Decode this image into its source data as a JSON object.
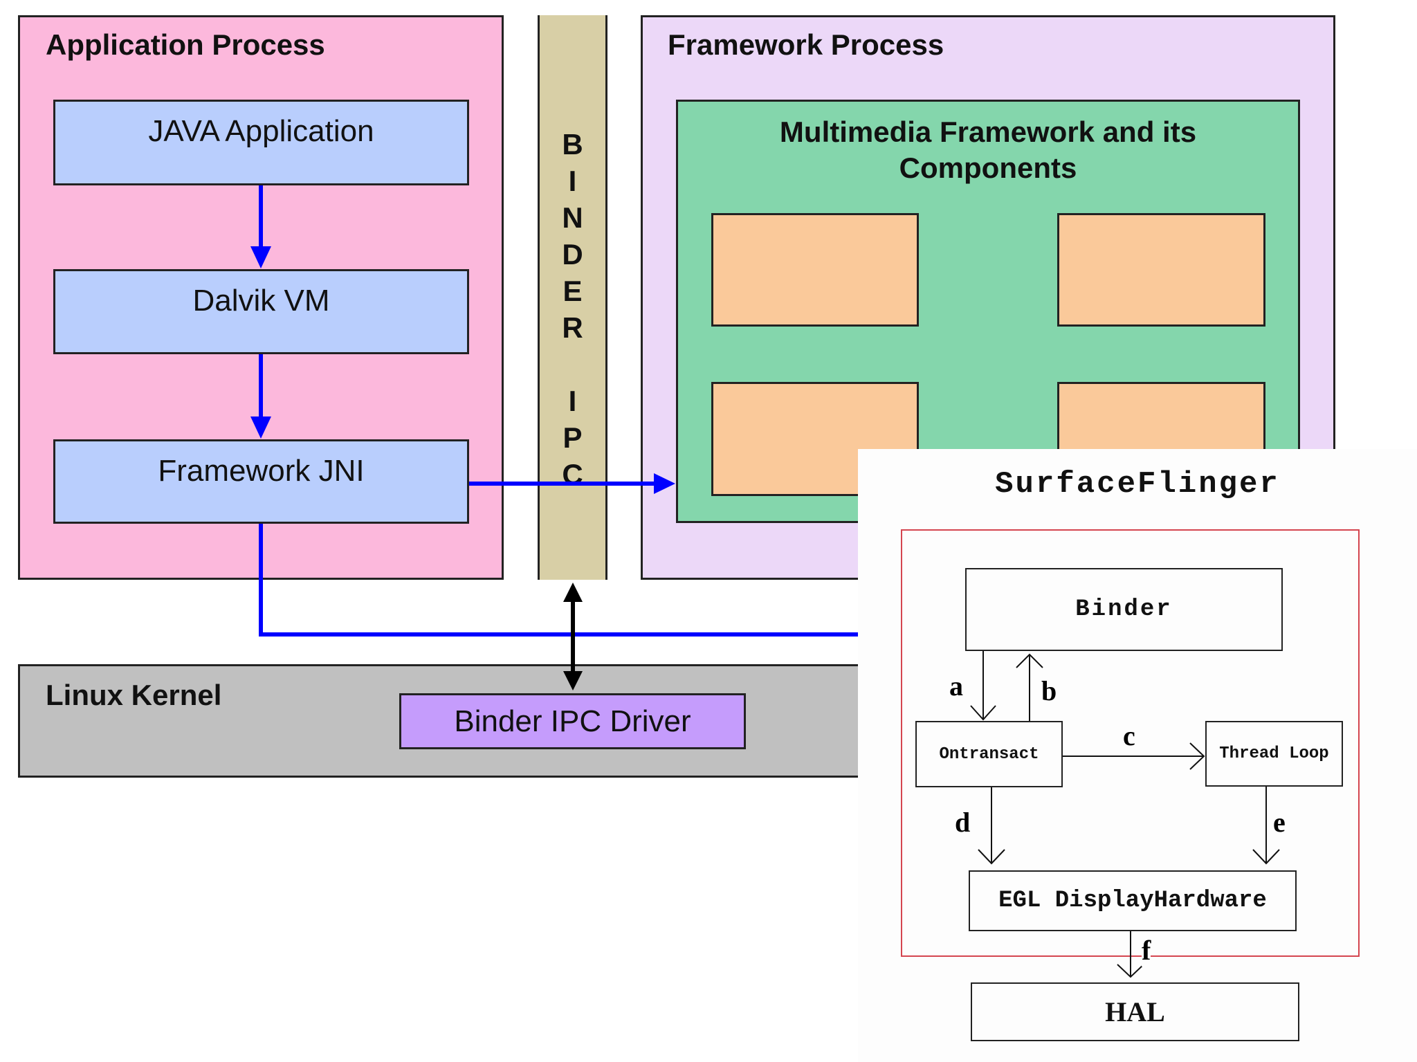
{
  "application_process": {
    "title": "Application Process",
    "boxes": [
      "JAVA Application",
      "Dalvik VM",
      "Framework JNI"
    ]
  },
  "binder_ipc": {
    "letters": [
      "B",
      "I",
      "N",
      "D",
      "E",
      "R",
      "",
      "I",
      "P",
      "C"
    ]
  },
  "framework_process": {
    "title": "Framework Process",
    "multimedia_title": "Multimedia Framework and its Components"
  },
  "linux_kernel": {
    "title": "Linux Kernel",
    "driver": "Binder IPC Driver"
  },
  "surfaceflinger": {
    "title": "SurfaceFlinger",
    "binder": "Binder",
    "ontransact": "Ontransact",
    "thread_loop": "Thread Loop",
    "egl": "EGL DisplayHardware",
    "hal": "HAL",
    "edge_labels": {
      "a": "a",
      "b": "b",
      "c": "c",
      "d": "d",
      "e": "e",
      "f": "f"
    }
  },
  "colors": {
    "app_bg": "#fcb8dc",
    "binder_bg": "#d8cfa6",
    "framework_bg": "#ecd8f8",
    "multimedia_bg": "#84d6ac",
    "component_bg": "#fac99a",
    "box_bg": "#b9cefd",
    "kernel_bg": "#c0c0c0",
    "driver_bg": "#c59cfc",
    "arrow_blue": "#0000ff",
    "sf_border_red": "#d4454f"
  }
}
